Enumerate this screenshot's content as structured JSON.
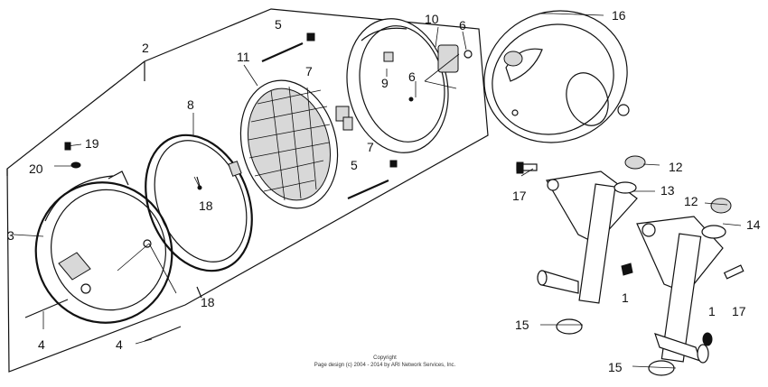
{
  "diagram": {
    "callouts": {
      "c1a": "1",
      "c1b": "1",
      "c2": "2",
      "c3": "3",
      "c4a": "4",
      "c4b": "4",
      "c5a": "5",
      "c5b": "5",
      "c6a": "6",
      "c6b": "6",
      "c7a": "7",
      "c7b": "7",
      "c8": "8",
      "c9": "9",
      "c10": "10",
      "c11": "11",
      "c12a": "12",
      "c12b": "12",
      "c13": "13",
      "c14": "14",
      "c15a": "15",
      "c15b": "15",
      "c16": "16",
      "c17a": "17",
      "c17b": "17",
      "c18a": "18",
      "c18b": "18",
      "c19": "19",
      "c20": "20"
    },
    "copyright_line1": "Copyright",
    "copyright_line2": "Page design (c) 2004 - 2014 by ARI Network Services, Inc."
  }
}
